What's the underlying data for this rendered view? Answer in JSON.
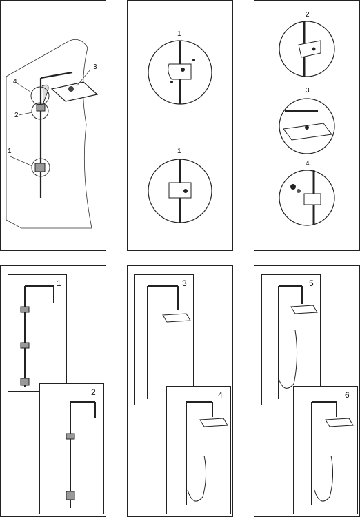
{
  "overview": {
    "callouts": [
      "1",
      "2",
      "3",
      "4"
    ]
  },
  "panel_b": {
    "step_top": "1",
    "step_bottom": "1"
  },
  "panel_c": {
    "steps": [
      "2",
      "3",
      "4"
    ]
  },
  "install": {
    "steps": [
      "1",
      "2",
      "3",
      "4",
      "5",
      "6"
    ]
  }
}
